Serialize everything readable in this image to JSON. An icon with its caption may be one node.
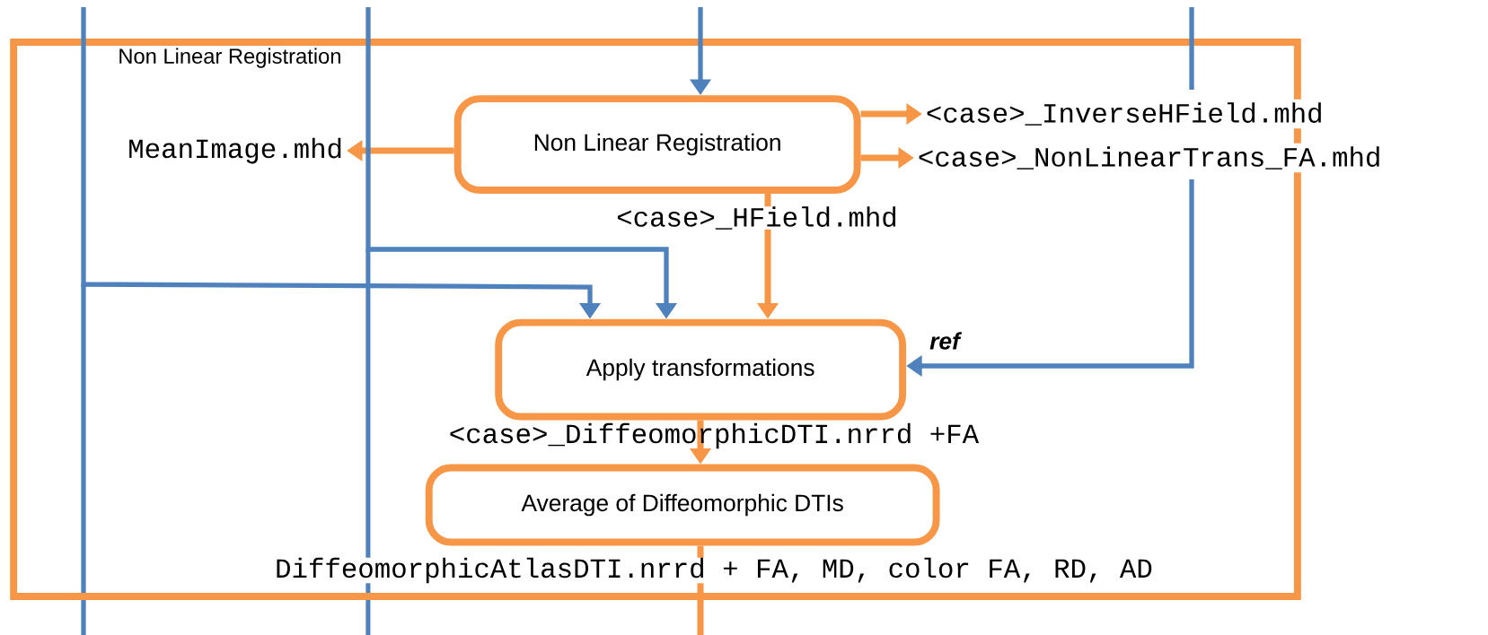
{
  "diagram": {
    "nodes": [
      {
        "text": [
          "Non Linear Registration"
        ]
      },
      {
        "text": [
          "Non Linear Registration"
        ],
        "in": 0
      },
      {
        "text": [
          "MeanImage.mhd"
        ],
        "in": 0
      },
      {
        "text": [
          "<case>_InverseHField.mhd"
        ]
      },
      {
        "text": [
          "<case>_NonLinearTrans_FA.mhd"
        ]
      },
      {
        "text": [
          "Apply transformations"
        ],
        "in": 0
      },
      {
        "text": [
          "Average of Diffeomorphic DTIs"
        ],
        "in": 0
      }
    ],
    "edges": [
      {
        "from": null,
        "to": 1,
        "arrow": "to",
        "color": "#4f81bd"
      },
      {
        "from": 1,
        "to": 2,
        "arrow": "to"
      },
      {
        "from": 1,
        "to": 3,
        "arrow": "to"
      },
      {
        "from": 1,
        "to": 4,
        "arrow": "to"
      },
      {
        "from": 1,
        "to": 5,
        "arrow": "to",
        "label": "<case>_HField.mhd"
      },
      {
        "from": null,
        "to": 5,
        "arrow": "to",
        "color": "#4f81bd"
      },
      {
        "from": null,
        "to": 5,
        "arrow": "to",
        "color": "#4f81bd"
      },
      {
        "from": null,
        "to": 5,
        "arrow": "to",
        "color": "#4f81bd",
        "label": "ref"
      },
      {
        "from": 5,
        "to": 6,
        "arrow": "to",
        "label": "<case>_DiffeomorphicDTI.nrrd  +FA"
      },
      {
        "from": 6,
        "to": null,
        "arrow": "none",
        "label": "DiffeomorphicAtlasDTI.nrrd  + FA, MD, color FA, RD, AD"
      }
    ]
  }
}
